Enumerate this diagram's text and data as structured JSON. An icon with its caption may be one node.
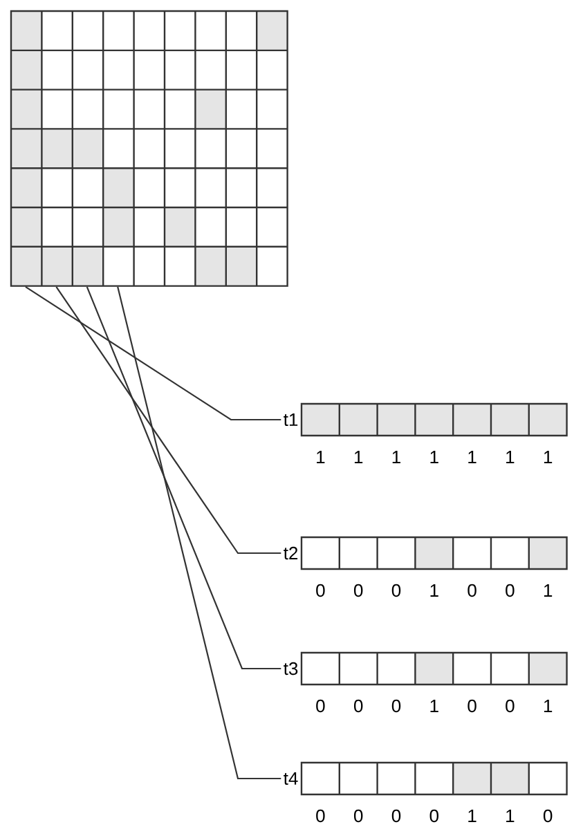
{
  "diagram": {
    "nodes": [
      {
        "text": [],
        "shape": "grid"
      },
      {
        "text": [
          "t1"
        ],
        "beside": [
          "1",
          "1",
          "1",
          "1",
          "1",
          "1",
          "1"
        ]
      },
      {
        "text": [
          "t2"
        ],
        "beside": [
          "0",
          "0",
          "0",
          "1",
          "0",
          "0",
          "1"
        ]
      },
      {
        "text": [
          "t3"
        ],
        "beside": [
          "0",
          "0",
          "0",
          "1",
          "0",
          "0",
          "1"
        ]
      },
      {
        "text": [
          "t4"
        ],
        "beside": [
          "0",
          "0",
          "0",
          "0",
          "1",
          "1",
          "0"
        ]
      }
    ],
    "edges": [
      {
        "from": 0,
        "to": 1,
        "arrow": "none"
      },
      {
        "from": 0,
        "to": 2,
        "arrow": "none"
      },
      {
        "from": 0,
        "to": 3,
        "arrow": "none"
      },
      {
        "from": 0,
        "to": 4,
        "arrow": "none"
      }
    ]
  }
}
